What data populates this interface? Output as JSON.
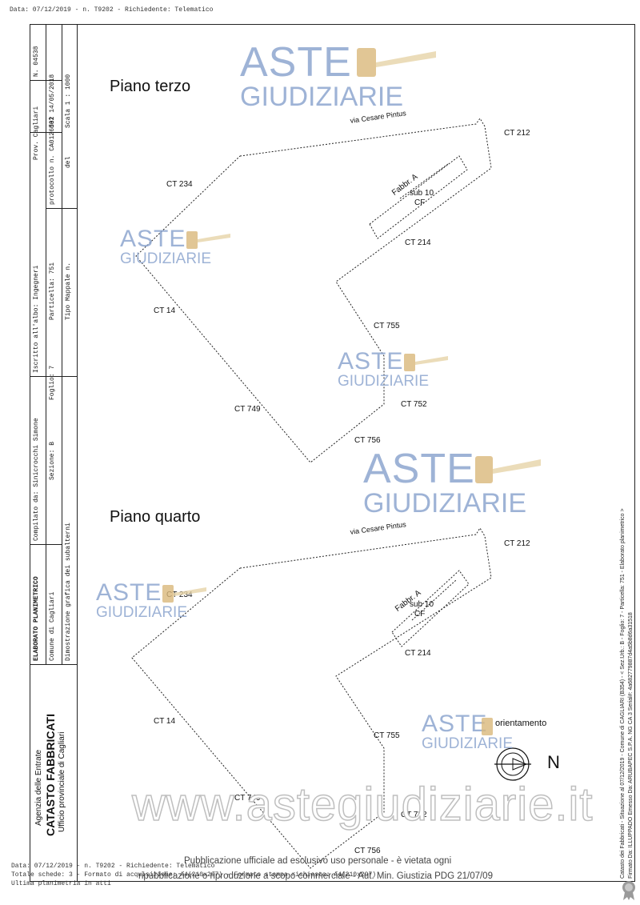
{
  "header": {
    "top_line": "Data: 07/12/2019 - n. T9202 - Richiedente: Telematico"
  },
  "left_panel": {
    "agency": "Agenzia delle Entrate",
    "catasto": "CATASTO FABBRICATI",
    "office": "Ufficio provinciale di Cagliari",
    "doc_type": "ELABORATO PLANIMETRICO",
    "comune": "Comune di Cagliari",
    "dimostrazione": "Dimostrazione grafica dei subalterni",
    "compilato": "Compilato da: Sinicrocchi Simone",
    "iscritto": "Iscritto all'albo: Ingegneri",
    "prov": "Prov. Cagliari",
    "n_albo": "N. 04538",
    "sezione": "Sezione: B",
    "foglio": "Foglio: 7",
    "particella": "Particella: 751",
    "tipo_mappale": "Tipo Mappale n.",
    "del_1": "del",
    "protocollo": "protocollo n. CA0126532",
    "del_2": "del 14/05/2018",
    "scala": "Scala 1 : 1000"
  },
  "plans": [
    {
      "title": "Piano terzo",
      "street": "via Cesare Pintus",
      "building": "Fabbr. A",
      "sub": "sub 10",
      "cf": "CF",
      "labels": [
        "CT 212",
        "CT 234",
        "CT 214",
        "CT 14",
        "CT 755",
        "CT 749",
        "CT 752",
        "CT 756"
      ]
    },
    {
      "title": "Piano quarto",
      "street": "via Cesare Pintus",
      "building": "Fabbr. A",
      "sub": "sub 10",
      "cf": "CF",
      "labels": [
        "CT 212",
        "CT 234",
        "CT 214",
        "CT 14",
        "CT 755",
        "CT 749",
        "CT 752",
        "CT 756"
      ]
    }
  ],
  "orientation": {
    "label": "orientamento",
    "north": "N"
  },
  "watermarks": {
    "aste": "ASTE",
    "giudiziarie": "GIUDIZIARIE",
    "site": "www.astegiudiziarie.it"
  },
  "notice": {
    "line1": "Pubblicazione ufficiale ad esclusivo uso personale - è vietata ogni",
    "line2": "ripubblicazione o riproduzione a scopo commerciale - Aut. Min. Giustizia PDG 21/07/09"
  },
  "footer": {
    "line1": "Data: 07/12/2019 - n. T9202 - Richiedente: Telematico",
    "line2": "Totale schede: 3 - Formato di acquisizione: A4(210x297) - Formato stampa richiesto: A4(210x297)",
    "line3": "Ultima planimetria in atti"
  },
  "right_margin": {
    "line1": "Catasto dei Fabbricati - Situazione al 07/12/2019 - Comune di CAGLIARI (B354) - < Sez.Urb.: B - Foglio: 7 - Particella: 751 - Elaborato planimetrico >",
    "line2": "Firmato Da: ILLUPPADO Emesso Da: ARUBAPEC S.P.A. NG CA 3 Serial#: 4a682779887d4a5b8d6a31518"
  },
  "colors": {
    "watermark_blue": "#8ea6cf",
    "hammer_gold": "#d9b87a",
    "seal": "#9a9a9a"
  }
}
